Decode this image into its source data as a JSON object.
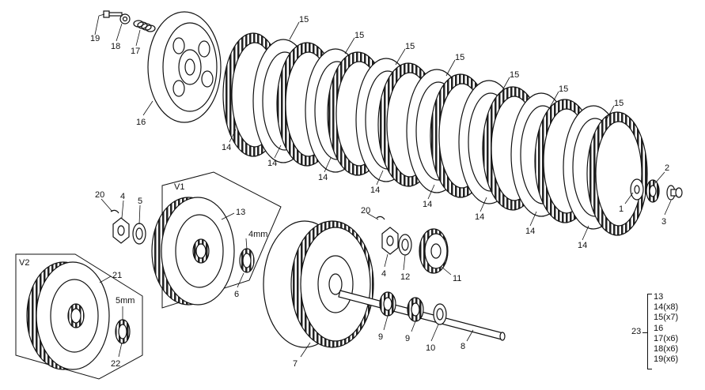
{
  "callouts": {
    "n1": "1",
    "n2": "2",
    "n3": "3",
    "n4": "4",
    "n5": "5",
    "n6": "6",
    "n7": "7",
    "n8": "8",
    "n9": "9",
    "n10": "10",
    "n11": "11",
    "n12": "12",
    "n13": "13",
    "n14": "14",
    "n15": "15",
    "n16": "16",
    "n17": "17",
    "n18": "18",
    "n19": "19",
    "n20": "20",
    "n21": "21",
    "n22": "22"
  },
  "variants": {
    "v1": "V1",
    "v2": "V2"
  },
  "sizes": {
    "shim_4mm": "4mm",
    "shim_5mm": "5mm"
  },
  "kit": {
    "ref": "23",
    "items": [
      "13",
      "14(x8)",
      "15(x7)",
      "16",
      "17(x6)",
      "18(x6)",
      "19(x6)"
    ]
  },
  "colors": {
    "line": "#111111",
    "background": "#ffffff"
  }
}
